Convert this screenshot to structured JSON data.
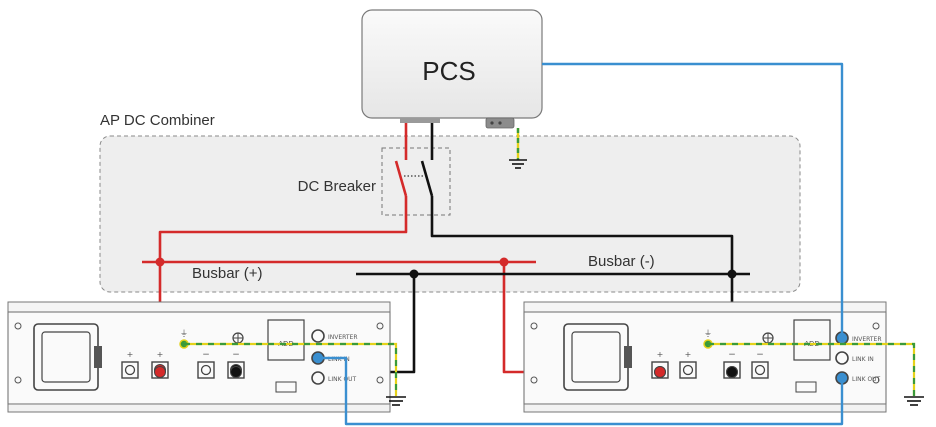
{
  "pcs": {
    "label": "PCS"
  },
  "combiner": {
    "label": "AP DC Combiner"
  },
  "breaker": {
    "label": "DC Breaker"
  },
  "busbar_pos": {
    "label": "Busbar (+)"
  },
  "busbar_neg": {
    "label": "Busbar (-)"
  },
  "battery_left": {
    "add_label": "ADD",
    "ports": [
      "INVERTER",
      "LINK IN",
      "LINK OUT"
    ]
  },
  "battery_right": {
    "add_label": "ADD",
    "ports": [
      "INVERTER",
      "LINK IN",
      "LINK OUT"
    ]
  },
  "colors": {
    "positive": "#d42a2a",
    "negative": "#111111",
    "ground_yellow": "#e5d21a",
    "ground_green": "#3a9a3a",
    "communication": "#3a8fd0",
    "combiner_fill": "#eeeeee",
    "pcs_fill": "#f2f2f2"
  },
  "icons": [
    "ground-icon",
    "ground-symbol-icon",
    "connector-icon"
  ]
}
